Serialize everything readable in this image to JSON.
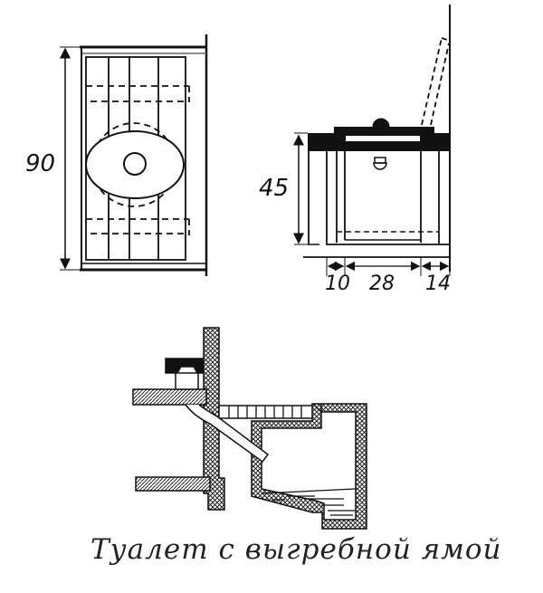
{
  "plan_view": {
    "dimension_height": "90"
  },
  "side_view": {
    "dimension_height": "45",
    "dimension_widths": [
      "10",
      "28",
      "14"
    ]
  },
  "caption": "Туалет с выгребной ямой",
  "colors": {
    "ink": "#111111",
    "background": "#ffffff"
  }
}
